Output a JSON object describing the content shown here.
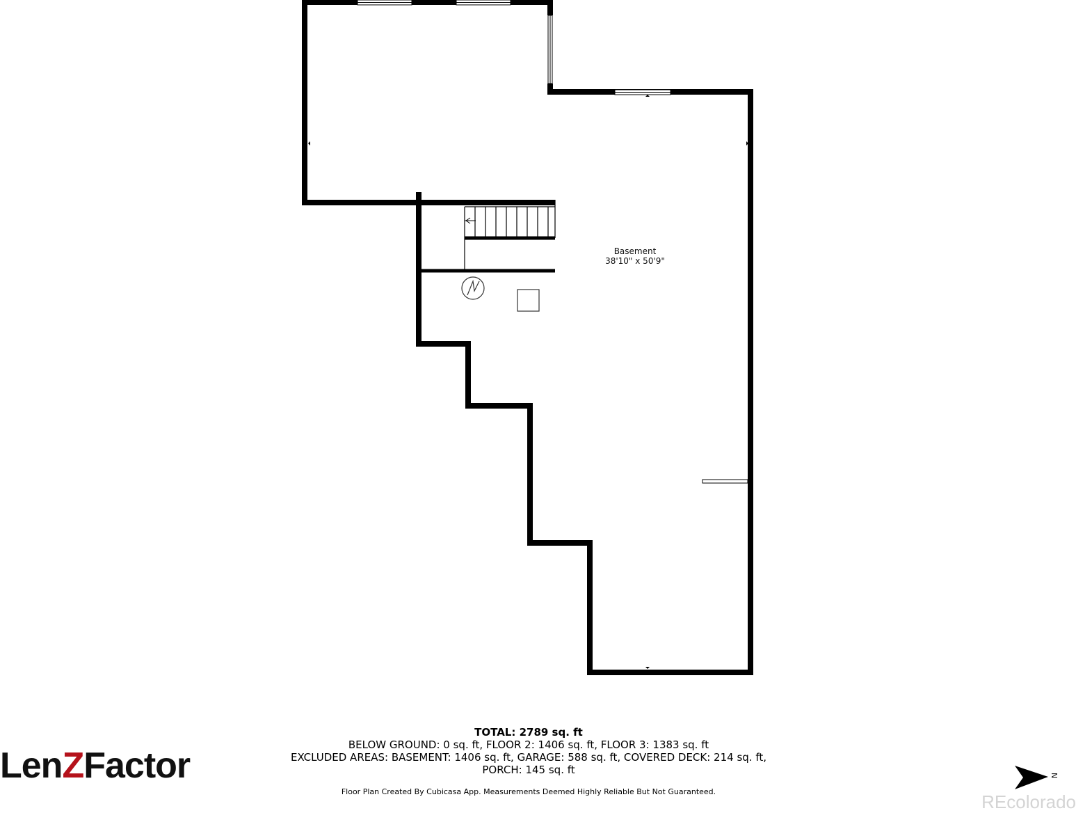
{
  "room": {
    "name": "Basement",
    "dimensions": "38'10\" x 50'9\""
  },
  "summary": {
    "total": "TOTAL: 2789 sq. ft",
    "line1": "BELOW GROUND: 0 sq. ft, FLOOR 2: 1406 sq. ft, FLOOR 3: 1383 sq. ft",
    "line2": "EXCLUDED AREAS: BASEMENT: 1406 sq. ft, GARAGE: 588 sq. ft, COVERED DECK: 214 sq. ft,",
    "line3": "PORCH: 145 sq. ft"
  },
  "disclaimer": "Floor Plan Created By Cubicasa App. Measurements Deemed Highly Reliable But Not Guaranteed.",
  "logo": {
    "part1": "Len",
    "part2": "Z",
    "part3": "Factor",
    "accent_color": "#b5121b"
  },
  "compass": {
    "label": "N",
    "icon": "north-arrow-icon"
  },
  "watermark": "REcolorado"
}
